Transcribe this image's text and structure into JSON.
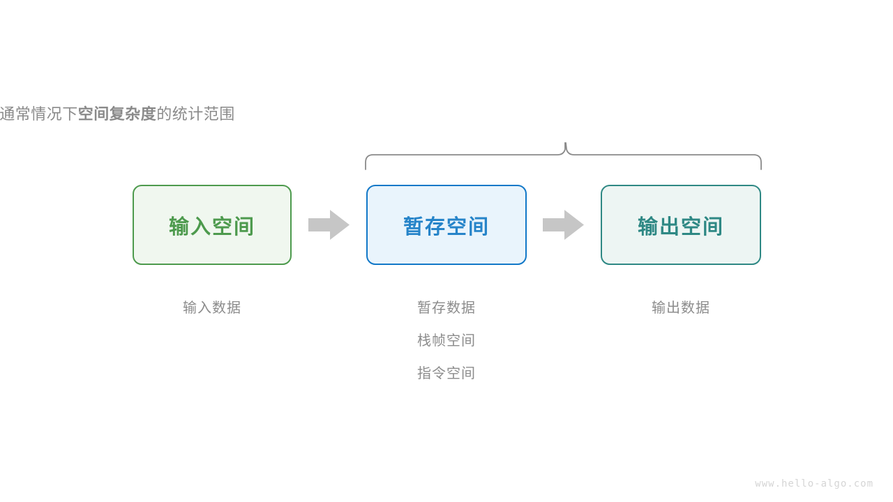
{
  "caption": {
    "prefix": "通常情况下",
    "emphasis": "空间复杂度",
    "suffix": "的统计范围"
  },
  "boxes": [
    {
      "id": "input",
      "title": "输入空间",
      "border_color": "#4d9a4d",
      "fill_color": "#f0f7ef",
      "text_color": "#4d9a4d"
    },
    {
      "id": "buffer",
      "title": "暂存空间",
      "border_color": "#1278c8",
      "fill_color": "#e9f4fc",
      "text_color": "#2684c9"
    },
    {
      "id": "output",
      "title": "输出空间",
      "border_color": "#2e8884",
      "fill_color": "#edf5f3",
      "text_color": "#2e8884"
    }
  ],
  "labels": {
    "input": [
      "输入数据"
    ],
    "buffer": [
      "暂存数据",
      "栈帧空间",
      "指令空间"
    ],
    "output": [
      "输出数据"
    ]
  },
  "arrows": {
    "color": "#c6c6c6",
    "direction": "right",
    "count": 2
  },
  "brace": {
    "color": "#8a8a8a",
    "spans": [
      "buffer",
      "output"
    ]
  },
  "watermark": "www.hello-algo.com"
}
